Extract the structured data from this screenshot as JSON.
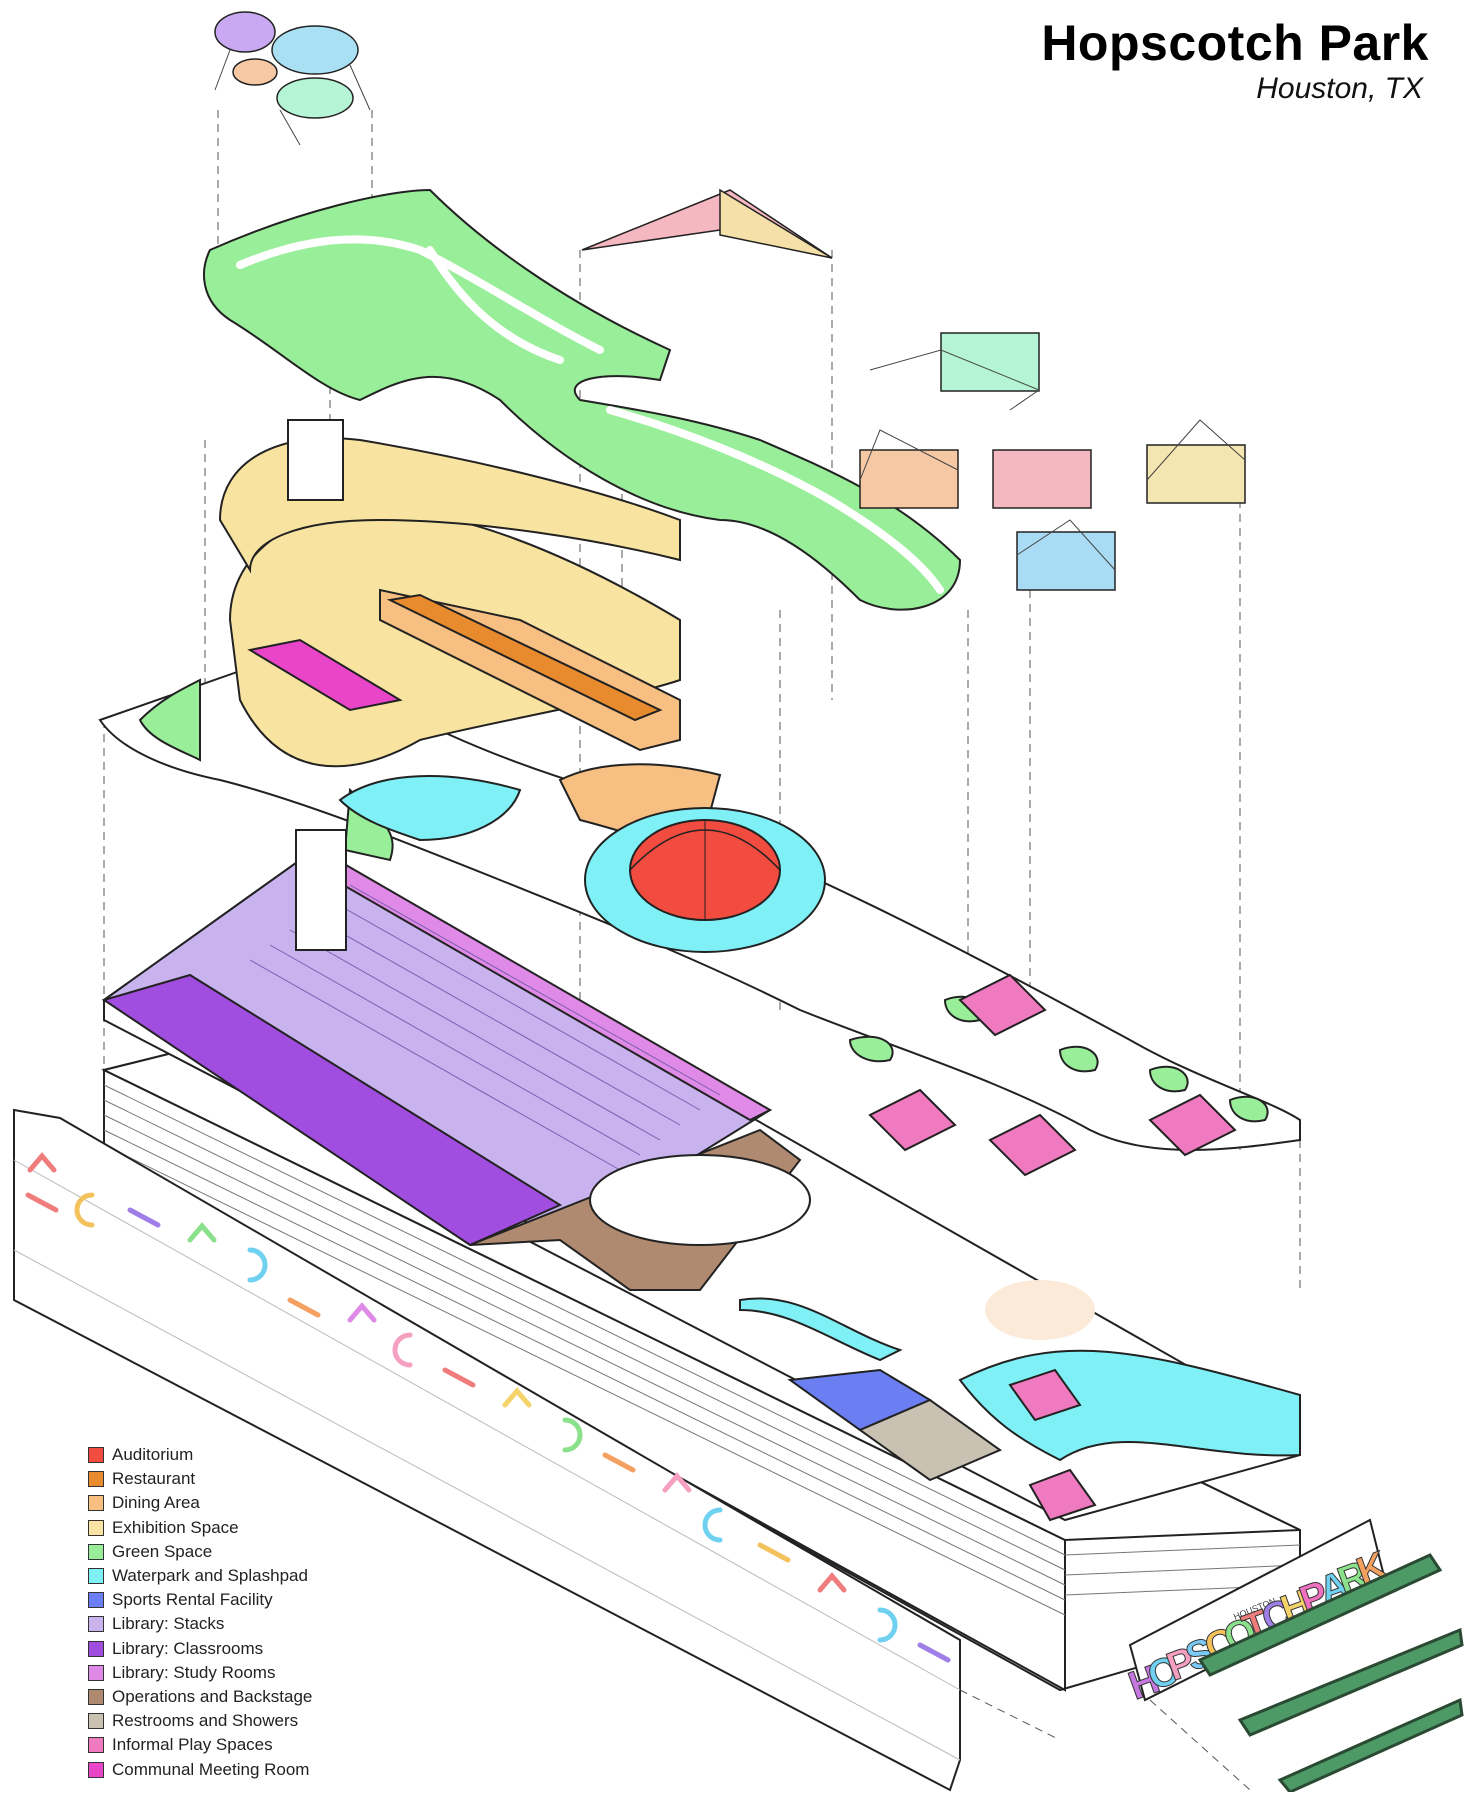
{
  "title": "Hopscotch Park",
  "subtitle": "Houston, TX",
  "legend": [
    {
      "label": "Auditorium",
      "color": "#f24b3f"
    },
    {
      "label": "Restaurant",
      "color": "#e88b2e"
    },
    {
      "label": "Dining Area",
      "color": "#f7bf82"
    },
    {
      "label": "Exhibition Space",
      "color": "#f8e3a0"
    },
    {
      "label": "Green Space",
      "color": "#99ee99"
    },
    {
      "label": "Waterpark and Splashpad",
      "color": "#7ff0f6"
    },
    {
      "label": "Sports Rental Facility",
      "color": "#6b7ff2"
    },
    {
      "label": "Library: Stacks",
      "color": "#c8b3ee"
    },
    {
      "label": "Library: Classrooms",
      "color": "#a14ee0"
    },
    {
      "label": "Library: Study Rooms",
      "color": "#e08ae8"
    },
    {
      "label": "Operations and Backstage",
      "color": "#b08a70"
    },
    {
      "label": "Restrooms and Showers",
      "color": "#c9c1b2"
    },
    {
      "label": "Informal Play Spaces",
      "color": "#f07ac0"
    },
    {
      "label": "Communal Meeting Room",
      "color": "#e845c8"
    }
  ],
  "sign": {
    "small_text": "HOUSTON",
    "letters": [
      {
        "ch": "H",
        "color": "#c678e0"
      },
      {
        "ch": "O",
        "color": "#6fd0f0"
      },
      {
        "ch": "P",
        "color": "#f5a0c0"
      },
      {
        "ch": "S",
        "color": "#7bc9f5"
      },
      {
        "ch": "C",
        "color": "#f4c25c"
      },
      {
        "ch": "O",
        "color": "#8be08b"
      },
      {
        "ch": "T",
        "color": "#f07c7c"
      },
      {
        "ch": "C",
        "color": "#a07ee8"
      },
      {
        "ch": "H",
        "color": "#f5d36b"
      },
      {
        "ch": "P",
        "color": "#f070c0"
      },
      {
        "ch": "A",
        "color": "#6fd0f0"
      },
      {
        "ch": "R",
        "color": "#8be08b"
      },
      {
        "ch": "K",
        "color": "#f4a060"
      }
    ]
  }
}
